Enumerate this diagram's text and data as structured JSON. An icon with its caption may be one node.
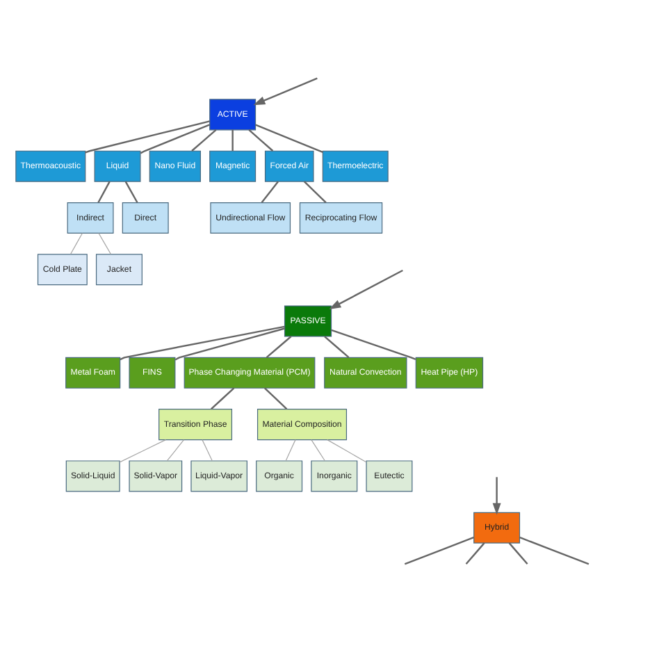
{
  "diagram": {
    "nodes": [
      {
        "text": [
          "ACTIVE"
        ]
      },
      {
        "text": [
          "Thermoacoustic"
        ]
      },
      {
        "text": [
          "Liquid"
        ]
      },
      {
        "text": [
          "Nano Fluid"
        ]
      },
      {
        "text": [
          "Magnetic"
        ]
      },
      {
        "text": [
          "Forced Air"
        ]
      },
      {
        "text": [
          "Thermoelectric"
        ]
      },
      {
        "text": [
          "Indirect"
        ]
      },
      {
        "text": [
          "Direct"
        ]
      },
      {
        "text": [
          "Undirectional Flow"
        ]
      },
      {
        "text": [
          "Reciprocating Flow"
        ]
      },
      {
        "text": [
          "Cold Plate"
        ]
      },
      {
        "text": [
          "Jacket"
        ]
      },
      {
        "text": [
          "PASSIVE"
        ]
      },
      {
        "text": [
          "Metal Foam"
        ]
      },
      {
        "text": [
          "FINS"
        ]
      },
      {
        "text": [
          "Phase Changing Material (PCM)"
        ]
      },
      {
        "text": [
          "Natural Convection"
        ]
      },
      {
        "text": [
          "Heat Pipe (HP)"
        ]
      },
      {
        "text": [
          "Transition Phase"
        ]
      },
      {
        "text": [
          "Material Composition"
        ]
      },
      {
        "text": [
          "Solid-Liquid"
        ]
      },
      {
        "text": [
          "Solid-Vapor"
        ]
      },
      {
        "text": [
          "Liquid-Vapor"
        ]
      },
      {
        "text": [
          "Organic"
        ]
      },
      {
        "text": [
          "Inorganic"
        ]
      },
      {
        "text": [
          "Eutectic"
        ]
      },
      {
        "text": [
          "Hybrid"
        ]
      }
    ],
    "edges": [
      {
        "from": null,
        "to": 0,
        "arrow": "to"
      },
      {
        "from": 0,
        "to": 1,
        "arrow": "none"
      },
      {
        "from": 0,
        "to": 2,
        "arrow": "none"
      },
      {
        "from": 0,
        "to": 3,
        "arrow": "none"
      },
      {
        "from": 0,
        "to": 4,
        "arrow": "none"
      },
      {
        "from": 0,
        "to": 5,
        "arrow": "none"
      },
      {
        "from": 0,
        "to": 6,
        "arrow": "none"
      },
      {
        "from": 2,
        "to": 7,
        "arrow": "none"
      },
      {
        "from": 2,
        "to": 8,
        "arrow": "none"
      },
      {
        "from": 5,
        "to": 9,
        "arrow": "none"
      },
      {
        "from": 5,
        "to": 10,
        "arrow": "none"
      },
      {
        "from": 7,
        "to": 11,
        "arrow": "none",
        "color": "#a6a6a6"
      },
      {
        "from": 7,
        "to": 12,
        "arrow": "none",
        "color": "#a6a6a6"
      },
      {
        "from": null,
        "to": 13,
        "arrow": "to"
      },
      {
        "from": 13,
        "to": 14,
        "arrow": "none"
      },
      {
        "from": 13,
        "to": 15,
        "arrow": "none"
      },
      {
        "from": 13,
        "to": 16,
        "arrow": "none"
      },
      {
        "from": 13,
        "to": 17,
        "arrow": "none"
      },
      {
        "from": 13,
        "to": 18,
        "arrow": "none"
      },
      {
        "from": 16,
        "to": 19,
        "arrow": "none"
      },
      {
        "from": 16,
        "to": 20,
        "arrow": "none"
      },
      {
        "from": 19,
        "to": 21,
        "arrow": "none",
        "color": "#a6a6a6"
      },
      {
        "from": 19,
        "to": 22,
        "arrow": "none",
        "color": "#a6a6a6"
      },
      {
        "from": 19,
        "to": 23,
        "arrow": "none",
        "color": "#a6a6a6"
      },
      {
        "from": 20,
        "to": 24,
        "arrow": "none",
        "color": "#a6a6a6"
      },
      {
        "from": 20,
        "to": 25,
        "arrow": "none",
        "color": "#a6a6a6"
      },
      {
        "from": 20,
        "to": 26,
        "arrow": "none",
        "color": "#a6a6a6"
      },
      {
        "from": 27,
        "to": null,
        "arrow": "none"
      },
      {
        "from": 27,
        "to": null,
        "arrow": "none"
      },
      {
        "from": 27,
        "to": null,
        "arrow": "none"
      },
      {
        "from": 27,
        "to": null,
        "arrow": "none"
      },
      {
        "from": null,
        "to": 27,
        "arrow": "to"
      }
    ]
  }
}
